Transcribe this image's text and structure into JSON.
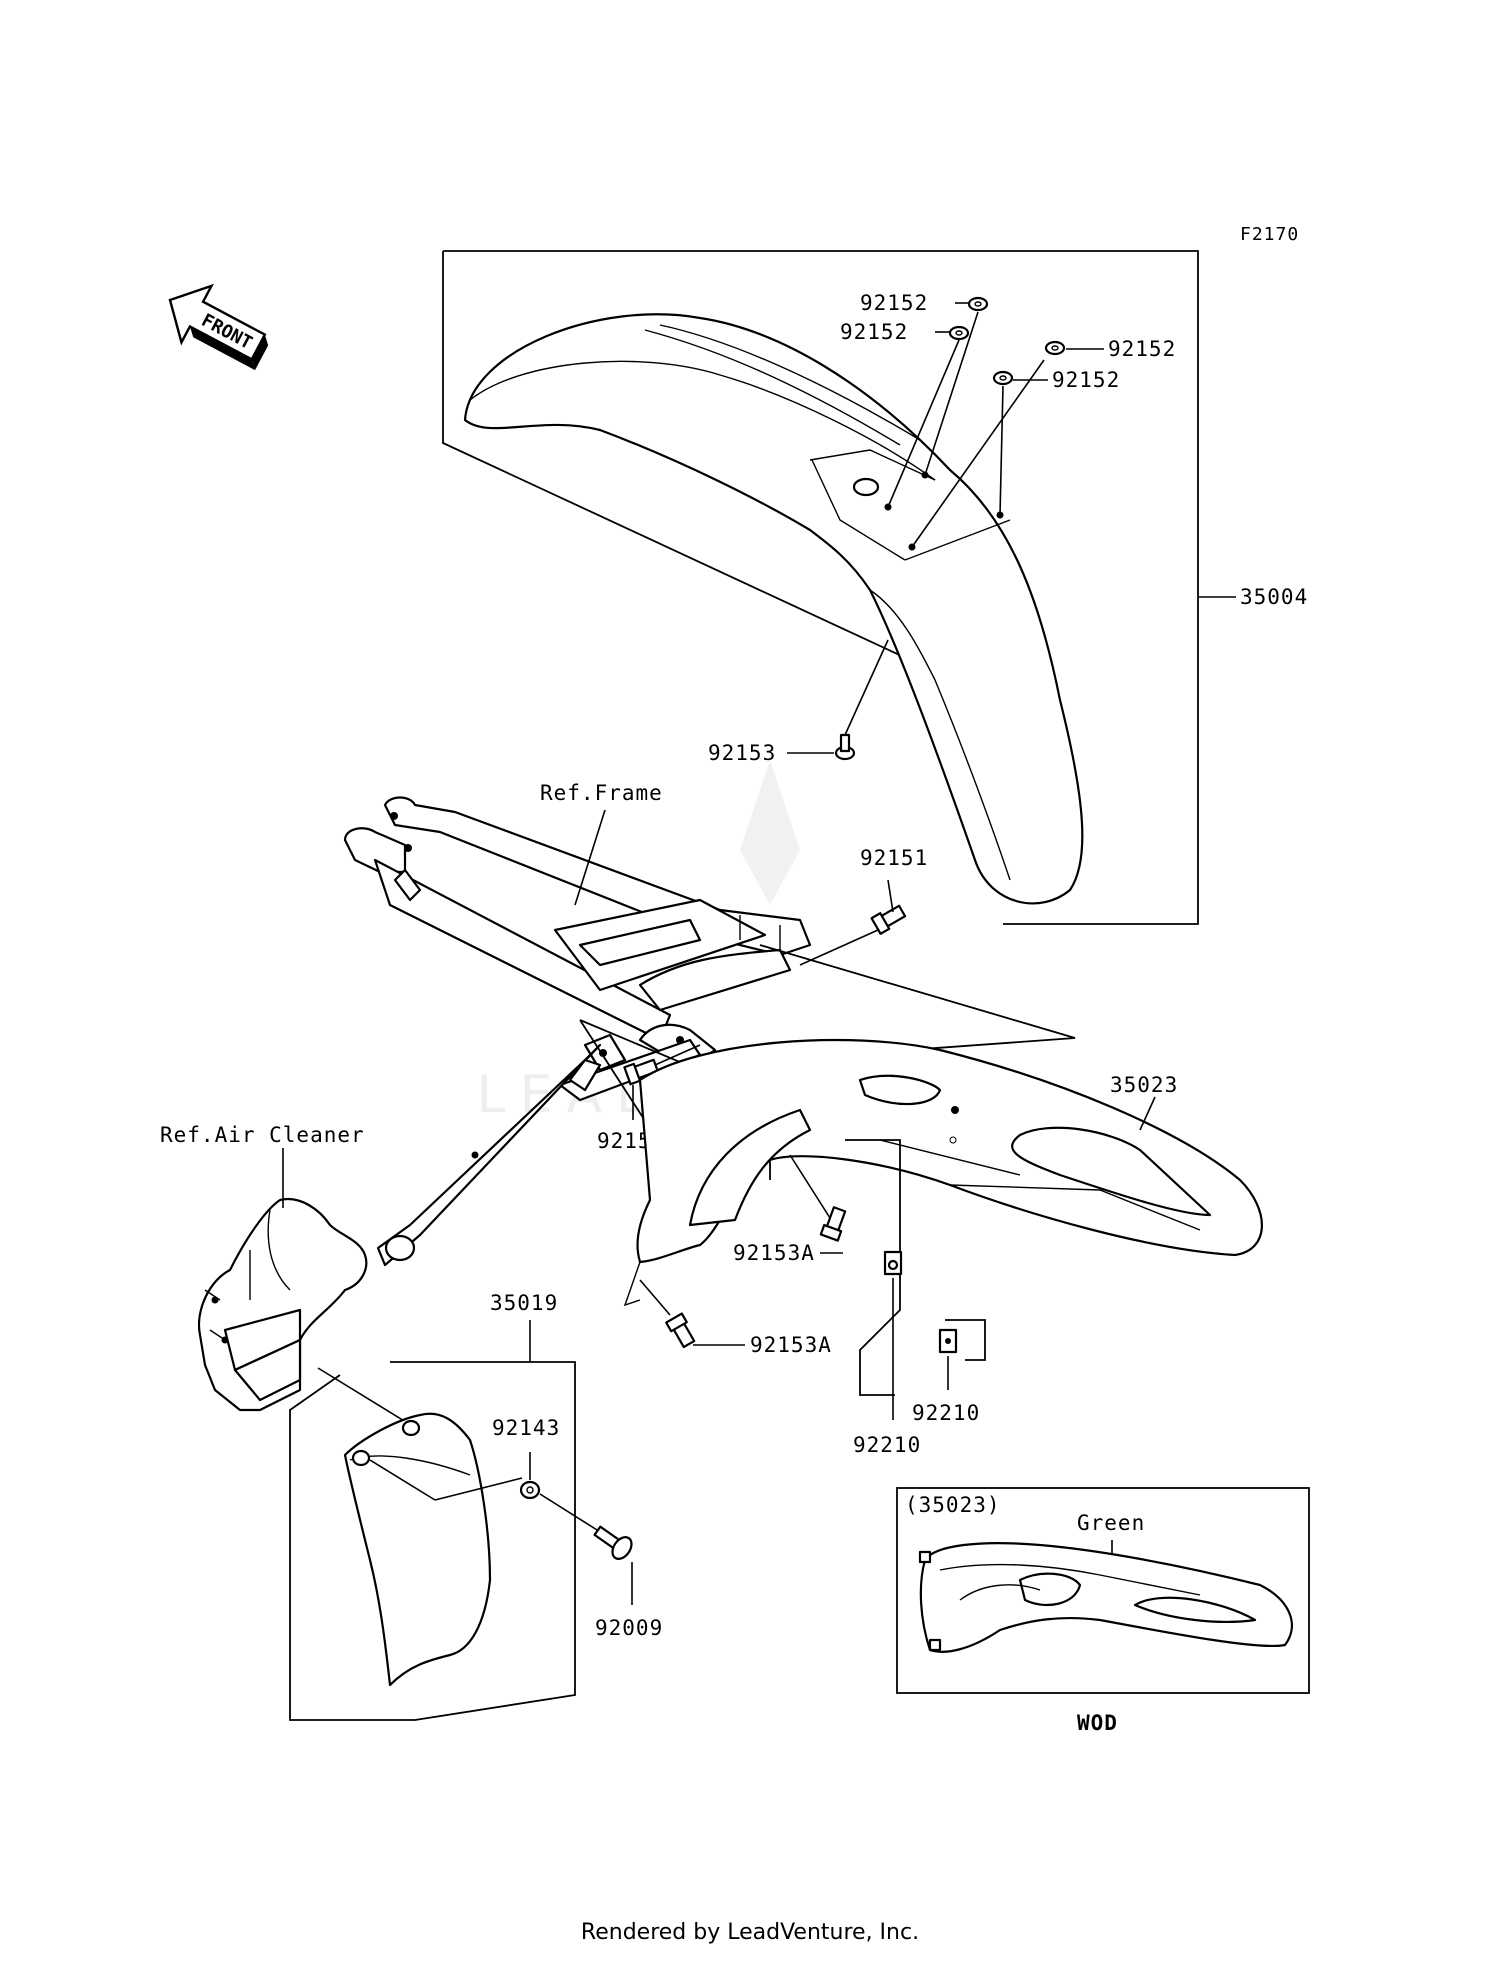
{
  "diagram_code": "F2170",
  "front_label": "FRONT",
  "footer": "Rendered by LeadVenture, Inc.",
  "watermark": "LEADVENTURE",
  "refs": {
    "frame": "Ref.Frame",
    "air_cleaner": "Ref.Air Cleaner"
  },
  "inset": {
    "ref": "(35023)",
    "color": "Green",
    "variant": "WOD"
  },
  "parts": {
    "p92152_a": "92152",
    "p92152_b": "92152",
    "p92152_c": "92152",
    "p92152_d": "92152",
    "p35004": "35004",
    "p92153": "92153",
    "p92151_a": "92151",
    "p92151_b": "92151",
    "p35023": "35023",
    "p92153A_a": "92153A",
    "p92153A_b": "92153A",
    "p35019": "35019",
    "p92143": "92143",
    "p92009": "92009",
    "p92210_a": "92210",
    "p92210_b": "92210"
  }
}
